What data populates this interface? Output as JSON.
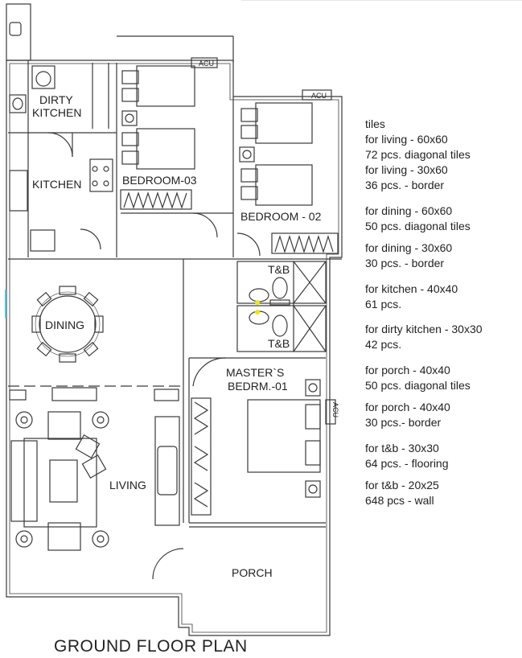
{
  "plan": {
    "title": "GROUND FLOOR PLAN",
    "rooms": {
      "dirty_kitchen": [
        "DIRTY",
        "KITCHEN"
      ],
      "kitchen": "KITCHEN",
      "bedroom_03": "BEDROOM-03",
      "bedroom_02": "BEDROOM - 02",
      "tb_upper": "T&B",
      "tb_lower": "T&B",
      "dining": "DINING",
      "living": "LIVING",
      "master_bedroom": [
        "MASTER`S",
        "BEDRM.-01"
      ],
      "porch": "PORCH"
    },
    "acu_labels": [
      "ACU",
      "ACU",
      "ACU"
    ]
  },
  "notes": {
    "heading": "tiles",
    "groups": [
      [
        "for living - 60x60",
        "72 pcs. diagonal tiles"
      ],
      [
        "for living - 30x60",
        "36 pcs. - border"
      ],
      [
        "for dining - 60x60",
        "50 pcs. diagonal tiles"
      ],
      [
        "for dining - 30x60",
        "30 pcs. - border"
      ],
      [
        "for kitchen - 40x40",
        "61 pcs."
      ],
      [
        "for dirty kitchen - 30x30",
        "42 pcs."
      ],
      [
        "for porch - 40x40",
        "50 pcs. diagonal tiles"
      ],
      [
        "for porch - 40x40",
        "30 pcs.- border"
      ],
      [
        "for t&b - 30x30",
        "64 pcs. - flooring"
      ],
      [
        "for t&b - 20x25",
        "648 pcs - wall"
      ]
    ]
  },
  "colors": {
    "line": "#3a3a3a",
    "text": "#222222",
    "marker": "#f2e600"
  }
}
